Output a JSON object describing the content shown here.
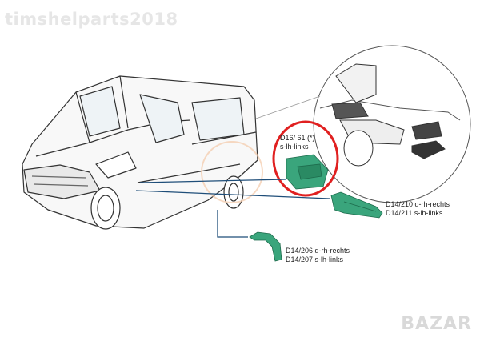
{
  "watermark": "timshelparts2018",
  "bazar_logo": "BAZAR",
  "parts": [
    {
      "code": "D16/ 61 (*)",
      "side": "s-lh-links"
    },
    {
      "code": "D14/210 d-rh-rechts",
      "side": "D14/211 s-lh-links"
    },
    {
      "code": "D14/206 d-rh-rechts",
      "side": "D14/207 s-lh-links"
    }
  ],
  "colors": {
    "part": "#3aa57c",
    "leader": "#1f4e79",
    "highlight": "#e02020"
  }
}
